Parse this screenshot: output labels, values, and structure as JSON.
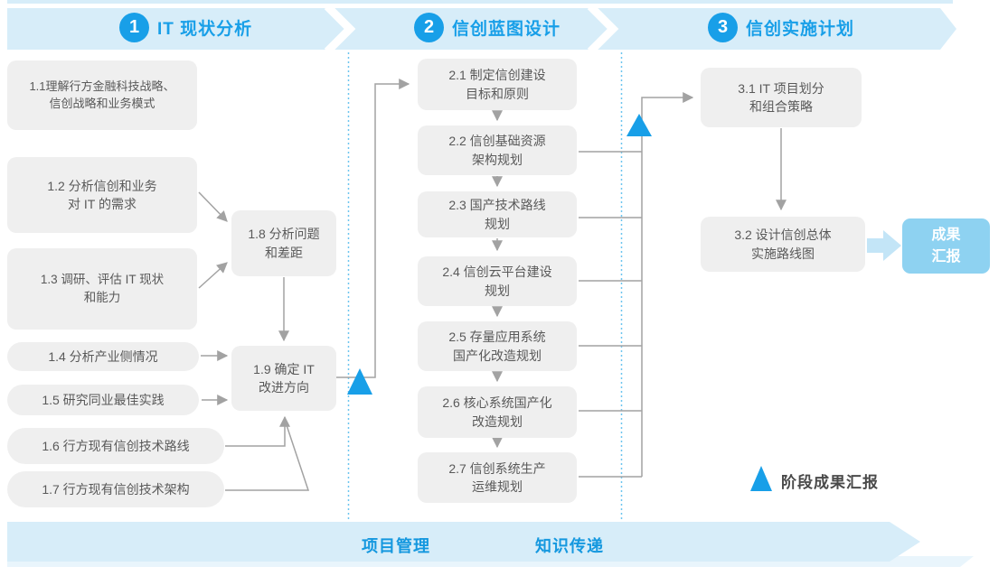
{
  "phases": [
    {
      "number": "1",
      "title": "IT 现状分析"
    },
    {
      "number": "2",
      "title": "信创蓝图设计"
    },
    {
      "number": "3",
      "title": "信创实施计划"
    }
  ],
  "phase1_boxes": [
    {
      "id": "1.1",
      "label": "1.1理解行方金融科技战略、\n信创战略和业务模式"
    },
    {
      "id": "1.2",
      "label": "1.2 分析信创和业务\n对 IT 的需求"
    },
    {
      "id": "1.3",
      "label": "1.3 调研、评估 IT 现状\n和能力"
    },
    {
      "id": "1.4",
      "label": "1.4 分析产业侧情况"
    },
    {
      "id": "1.5",
      "label": "1.5 研究同业最佳实践"
    },
    {
      "id": "1.6",
      "label": "1.6 行方现有信创技术路线"
    },
    {
      "id": "1.7",
      "label": "1.7 行方现有信创技术架构"
    },
    {
      "id": "1.8",
      "label": "1.8 分析问题\n和差距"
    },
    {
      "id": "1.9",
      "label": "1.9 确定 IT\n改进方向"
    }
  ],
  "phase2_boxes": [
    {
      "id": "2.1",
      "label": "2.1 制定信创建设\n目标和原则"
    },
    {
      "id": "2.2",
      "label": "2.2 信创基础资源\n架构规划"
    },
    {
      "id": "2.3",
      "label": "2.3 国产技术路线\n规划"
    },
    {
      "id": "2.4",
      "label": "2.4 信创云平台建设\n规划"
    },
    {
      "id": "2.5",
      "label": "2.5 存量应用系统\n国产化改造规划"
    },
    {
      "id": "2.6",
      "label": "2.6 核心系统国产化\n改造规划"
    },
    {
      "id": "2.7",
      "label": "2.7 信创系统生产\n运维规划"
    }
  ],
  "phase3_boxes": [
    {
      "id": "3.1",
      "label": "3.1 IT 项目划分\n和组合策略"
    },
    {
      "id": "3.2",
      "label": "3.2 设计信创总体\n实施路线图"
    }
  ],
  "deliverable": {
    "label": "成果\n汇报"
  },
  "legend": {
    "label": "阶段成果汇报"
  },
  "footer": {
    "left": "项目管理",
    "right": "知识传递"
  },
  "colors": {
    "accent_blue": "#189fe8",
    "banner_blue": "#d7edf9",
    "banner_light": "#e9f5fc",
    "deliverable_blue": "#8ed2f1",
    "connector_gray": "#a2a2a2",
    "box_gray": "#efefef",
    "dotted_blue": "#6cc5ef"
  }
}
